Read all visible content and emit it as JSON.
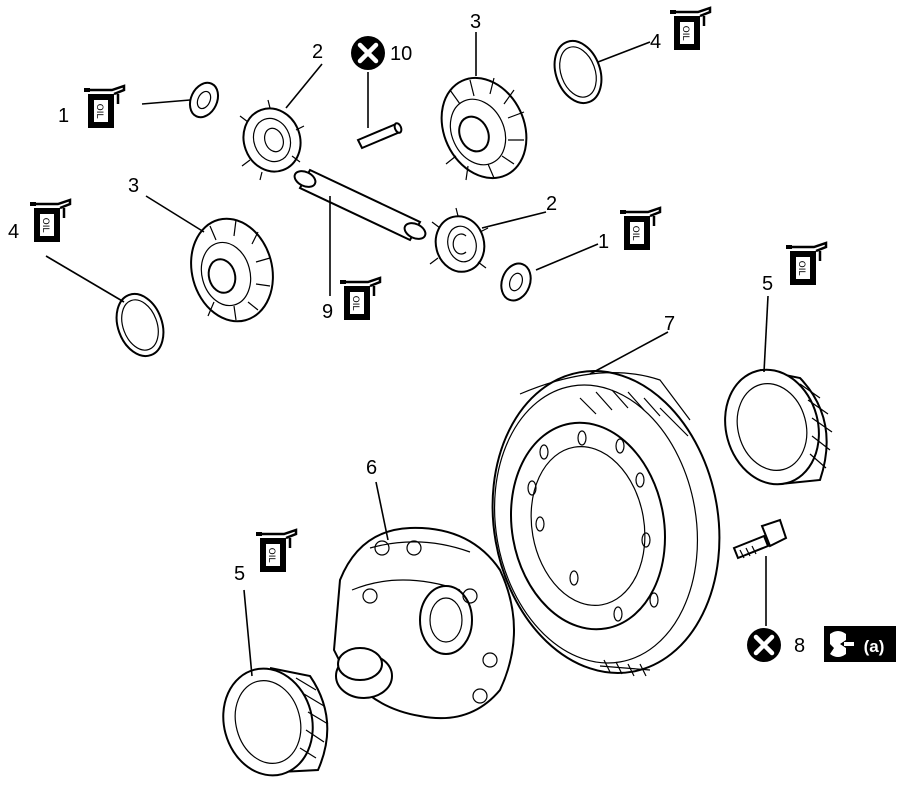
{
  "diagram": {
    "callouts": {
      "washer_left": "1",
      "washer_right": "1",
      "pinion_top": "2",
      "pinion_mid": "2",
      "side_gear_top": "3",
      "side_gear_left": "3",
      "shim_top": "4",
      "shim_left": "4",
      "bearing_right": "5",
      "bearing_left": "5",
      "diff_case": "6",
      "ring_gear": "7",
      "ring_gear_bolt": "8",
      "pinion_shaft": "9",
      "roll_pin": "10"
    },
    "oil_symbol_label": "OIL",
    "torque_label": "(a)"
  },
  "icons": {
    "oil": "oil-can-icon",
    "do_not_reuse": "do-not-reuse-icon",
    "torque": "torque-wrench-icon"
  }
}
